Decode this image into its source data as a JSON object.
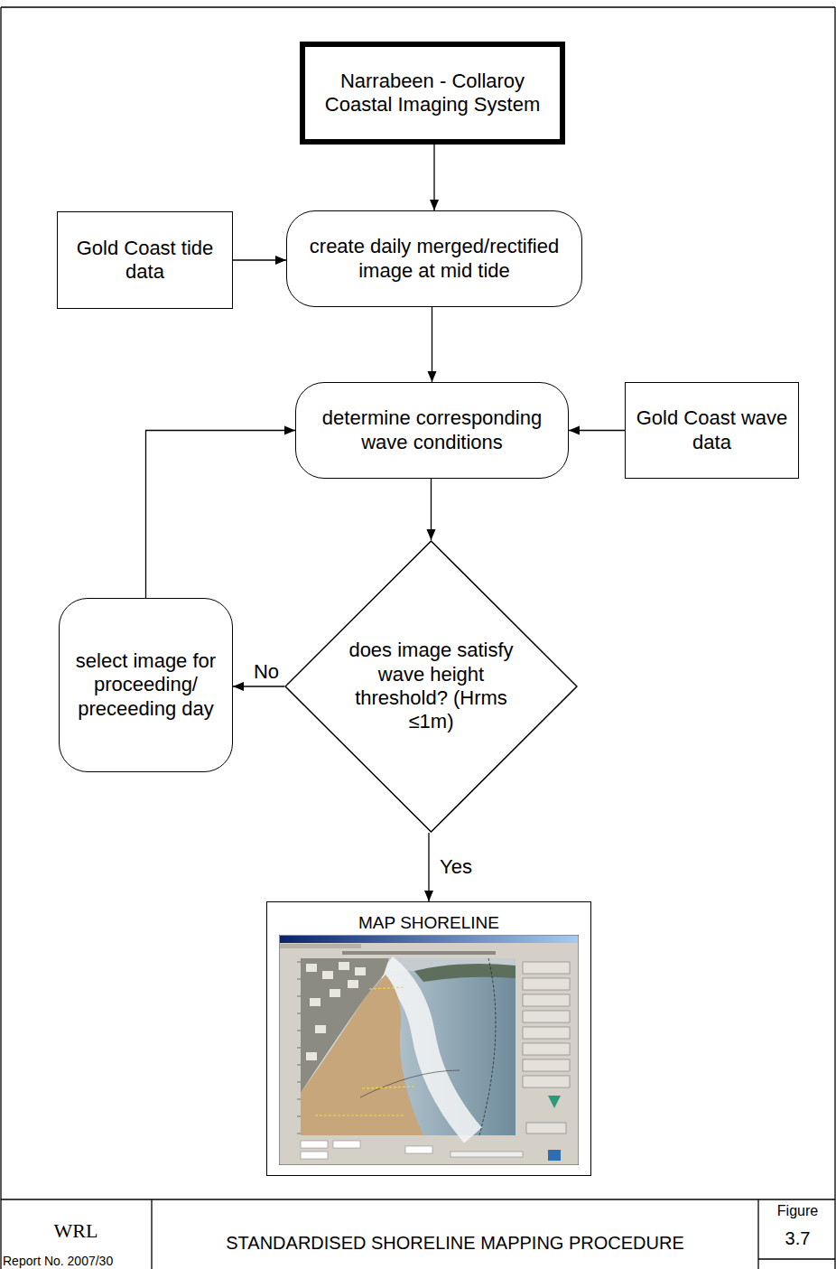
{
  "diagram": {
    "title": "STANDARDISED SHORELINE MAPPING PROCEDURE",
    "nodes": [
      {
        "text": [
          "Narrabeen - Collaroy Coastal Imaging System"
        ]
      },
      {
        "text": [
          "Gold Coast tide data"
        ]
      },
      {
        "text": [
          "create daily merged/rectified image at mid tide"
        ]
      },
      {
        "text": [
          "determine corresponding wave conditions"
        ]
      },
      {
        "text": [
          "Gold Coast wave data"
        ]
      },
      {
        "text": [
          "does image satisfy wave height threshold? (Hrms ≤1m)"
        ]
      },
      {
        "text": [
          "select image for proceeding/ preceeding day"
        ]
      },
      {
        "text": [
          "MAP SHORELINE"
        ]
      }
    ],
    "edges": [
      {
        "from": 0,
        "to": 2,
        "arrow": "to"
      },
      {
        "from": 1,
        "to": 2,
        "arrow": "to"
      },
      {
        "from": 2,
        "to": 3,
        "arrow": "to"
      },
      {
        "from": 4,
        "to": 3,
        "arrow": "to"
      },
      {
        "from": 3,
        "to": 5,
        "arrow": "to"
      },
      {
        "from": 5,
        "to": 6,
        "label": "No",
        "arrow": "to"
      },
      {
        "from": 6,
        "to": 3,
        "arrow": "to"
      },
      {
        "from": 5,
        "to": 7,
        "label": "Yes",
        "arrow": "to"
      }
    ],
    "labels": [
      "WRL",
      "Report No. 2007/30",
      "Figure",
      "3.7"
    ]
  }
}
